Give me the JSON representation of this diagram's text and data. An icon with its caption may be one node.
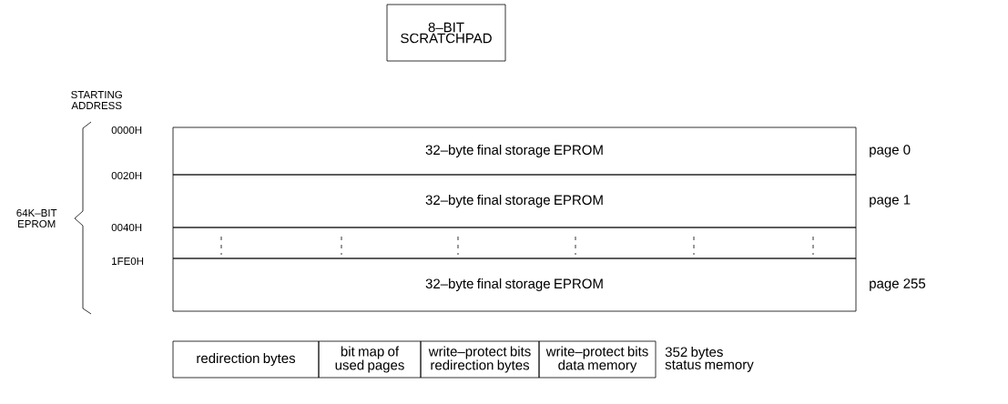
{
  "diagram": {
    "nodes": [
      {
        "text": [
          "8–BIT SCRATCHPAD"
        ]
      },
      {
        "text": [
          "32–byte final storage EPROM"
        ],
        "beside": [
          "page 0"
        ]
      },
      {
        "text": [
          "32–byte final storage EPROM"
        ],
        "beside": [
          "page 1"
        ]
      },
      {
        "text": [],
        "shape": "box"
      },
      {
        "text": [
          "32–byte final storage EPROM"
        ],
        "beside": [
          "page 255"
        ]
      },
      {
        "text": [
          "redirection bytes"
        ]
      },
      {
        "text": [
          "bit map of used pages"
        ]
      },
      {
        "text": [
          "write–protect bits redirection bytes"
        ]
      },
      {
        "text": [
          "write–protect bits data memory"
        ]
      }
    ],
    "labels": [
      "STARTING ADDRESS",
      "0000H",
      "0020H",
      "64K–BIT EPROM",
      "0040H",
      "1FE0H",
      "352 bytes status memory"
    ]
  }
}
